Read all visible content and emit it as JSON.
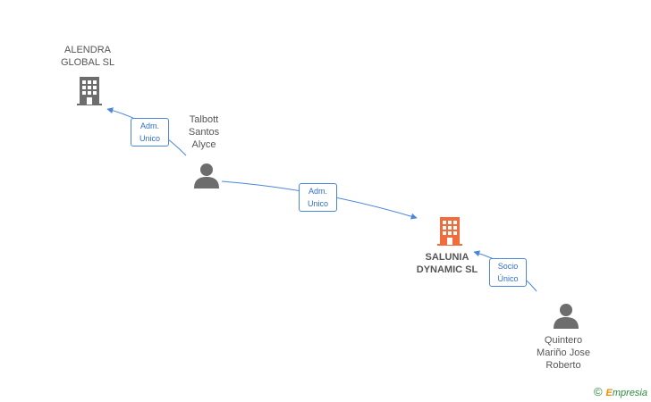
{
  "nodes": {
    "alendra": {
      "label": "ALENDRA\nGLOBAL SL",
      "type": "company"
    },
    "talbott": {
      "label": "Talbott\nSantos\nAlyce",
      "type": "person"
    },
    "salunia": {
      "label": "SALUNIA\nDYNAMIC SL",
      "type": "company-main"
    },
    "quintero": {
      "label": "Quintero\nMariño Jose\nRoberto",
      "type": "person"
    }
  },
  "edges": {
    "talbott_alendra": {
      "label": "Adm.\nUnico"
    },
    "talbott_salunia": {
      "label": "Adm.\nUnico"
    },
    "quintero_salunia": {
      "label": "Socio\nÚnico"
    }
  },
  "colors": {
    "company": "#6d6d6d",
    "company_main": "#f26b3a",
    "person": "#6d6d6d",
    "edge": "#4a86d9"
  },
  "footer": {
    "copyright": "©",
    "brand_first": "E",
    "brand_rest": "mpresia"
  }
}
